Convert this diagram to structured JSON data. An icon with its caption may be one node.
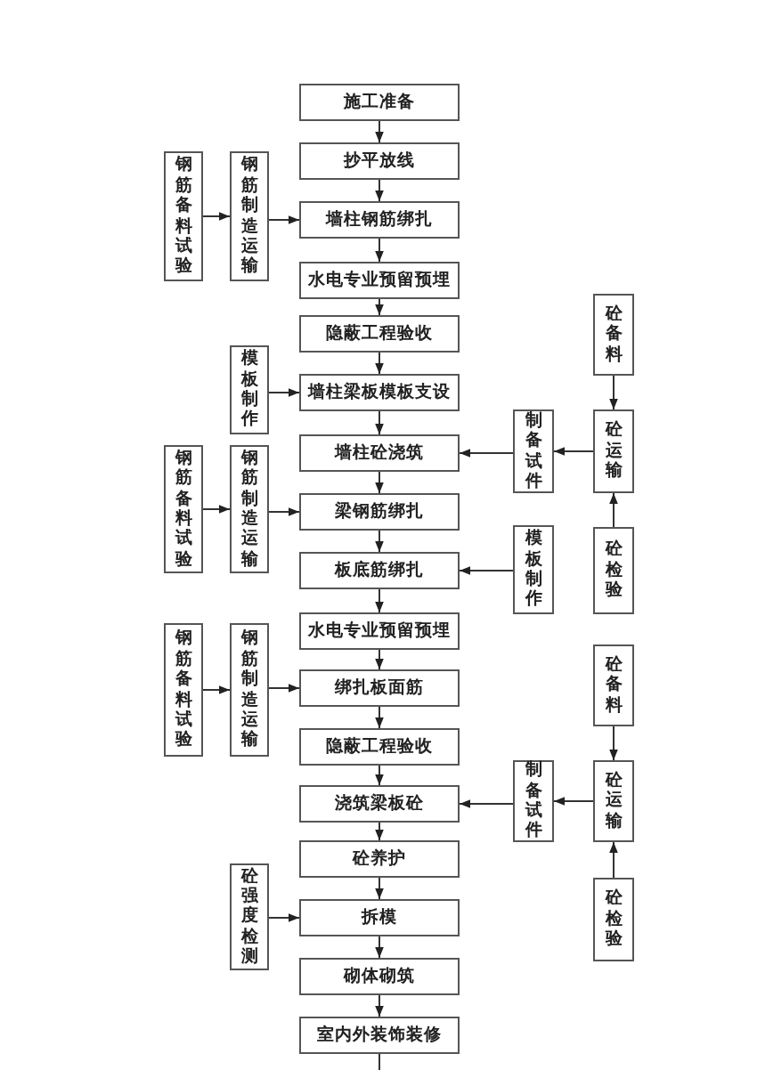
{
  "diagram": {
    "nodes": [
      {
        "text": [
          "施工准备"
        ]
      },
      {
        "text": [
          "抄平放线"
        ]
      },
      {
        "text": [
          "墙柱钢筋绑扎"
        ]
      },
      {
        "text": [
          "水电专业预留预埋"
        ]
      },
      {
        "text": [
          "隐蔽工程验收"
        ]
      },
      {
        "text": [
          "墙柱梁板模板支设"
        ]
      },
      {
        "text": [
          "墙柱砼浇筑"
        ]
      },
      {
        "text": [
          "梁钢筋绑扎"
        ]
      },
      {
        "text": [
          "板底筋绑扎"
        ]
      },
      {
        "text": [
          "水电专业预留预埋"
        ]
      },
      {
        "text": [
          "绑扎板面筋"
        ]
      },
      {
        "text": [
          "隐蔽工程验收"
        ]
      },
      {
        "text": [
          "浇筑梁板砼"
        ]
      },
      {
        "text": [
          "砼养护"
        ]
      },
      {
        "text": [
          "拆模"
        ]
      },
      {
        "text": [
          "砌体砌筑"
        ]
      },
      {
        "text": [
          "室内外装饰装修"
        ]
      },
      {
        "text": [
          "钢筋备料试验"
        ]
      },
      {
        "text": [
          "钢筋制造运输"
        ]
      },
      {
        "text": [
          "模板制作"
        ]
      },
      {
        "text": [
          "砼备料"
        ]
      },
      {
        "text": [
          "砼运输"
        ]
      },
      {
        "text": [
          "制备试件"
        ]
      },
      {
        "text": [
          "砼检验"
        ]
      },
      {
        "text": [
          "模板制作"
        ]
      },
      {
        "text": [
          "钢筋备料试验"
        ]
      },
      {
        "text": [
          "钢筋制造运输"
        ]
      },
      {
        "text": [
          "钢筋备料试验"
        ]
      },
      {
        "text": [
          "钢筋制造运输"
        ]
      },
      {
        "text": [
          "砼备料"
        ]
      },
      {
        "text": [
          "砼运输"
        ]
      },
      {
        "text": [
          "制备试件"
        ]
      },
      {
        "text": [
          "砼检验"
        ]
      },
      {
        "text": [
          "砼强度检测"
        ]
      }
    ],
    "edges": [
      {
        "from": 0,
        "to": 1,
        "arrow": "to"
      },
      {
        "from": 1,
        "to": 2,
        "arrow": "to"
      },
      {
        "from": 2,
        "to": 3,
        "arrow": "to"
      },
      {
        "from": 3,
        "to": 4,
        "arrow": "to"
      },
      {
        "from": 4,
        "to": 5,
        "arrow": "to"
      },
      {
        "from": 5,
        "to": 6,
        "arrow": "to"
      },
      {
        "from": 6,
        "to": 7,
        "arrow": "to"
      },
      {
        "from": 7,
        "to": 8,
        "arrow": "to"
      },
      {
        "from": 8,
        "to": 9,
        "arrow": "to"
      },
      {
        "from": 9,
        "to": 10,
        "arrow": "to"
      },
      {
        "from": 10,
        "to": 11,
        "arrow": "to"
      },
      {
        "from": 11,
        "to": 12,
        "arrow": "to"
      },
      {
        "from": 12,
        "to": 13,
        "arrow": "to"
      },
      {
        "from": 13,
        "to": 14,
        "arrow": "to"
      },
      {
        "from": 14,
        "to": 15,
        "arrow": "to"
      },
      {
        "from": 15,
        "to": 16,
        "arrow": "to"
      },
      {
        "from": 16,
        "to": null,
        "arrow": "none"
      },
      {
        "from": 17,
        "to": 18,
        "arrow": "to"
      },
      {
        "from": 18,
        "to": 2,
        "arrow": "to"
      },
      {
        "from": 19,
        "to": 5,
        "arrow": "to"
      },
      {
        "from": 20,
        "to": 21,
        "arrow": "to"
      },
      {
        "from": 23,
        "to": 21,
        "arrow": "to"
      },
      {
        "from": 21,
        "to": 22,
        "arrow": "to"
      },
      {
        "from": 22,
        "to": 6,
        "arrow": "to"
      },
      {
        "from": 24,
        "to": 8,
        "arrow": "to"
      },
      {
        "from": 25,
        "to": 26,
        "arrow": "to"
      },
      {
        "from": 26,
        "to": 7,
        "arrow": "to"
      },
      {
        "from": 27,
        "to": 28,
        "arrow": "to"
      },
      {
        "from": 28,
        "to": 10,
        "arrow": "to"
      },
      {
        "from": 29,
        "to": 30,
        "arrow": "to"
      },
      {
        "from": 32,
        "to": 30,
        "arrow": "to"
      },
      {
        "from": 30,
        "to": 31,
        "arrow": "to"
      },
      {
        "from": 31,
        "to": 12,
        "arrow": "to"
      },
      {
        "from": 33,
        "to": 14,
        "arrow": "to"
      }
    ]
  }
}
